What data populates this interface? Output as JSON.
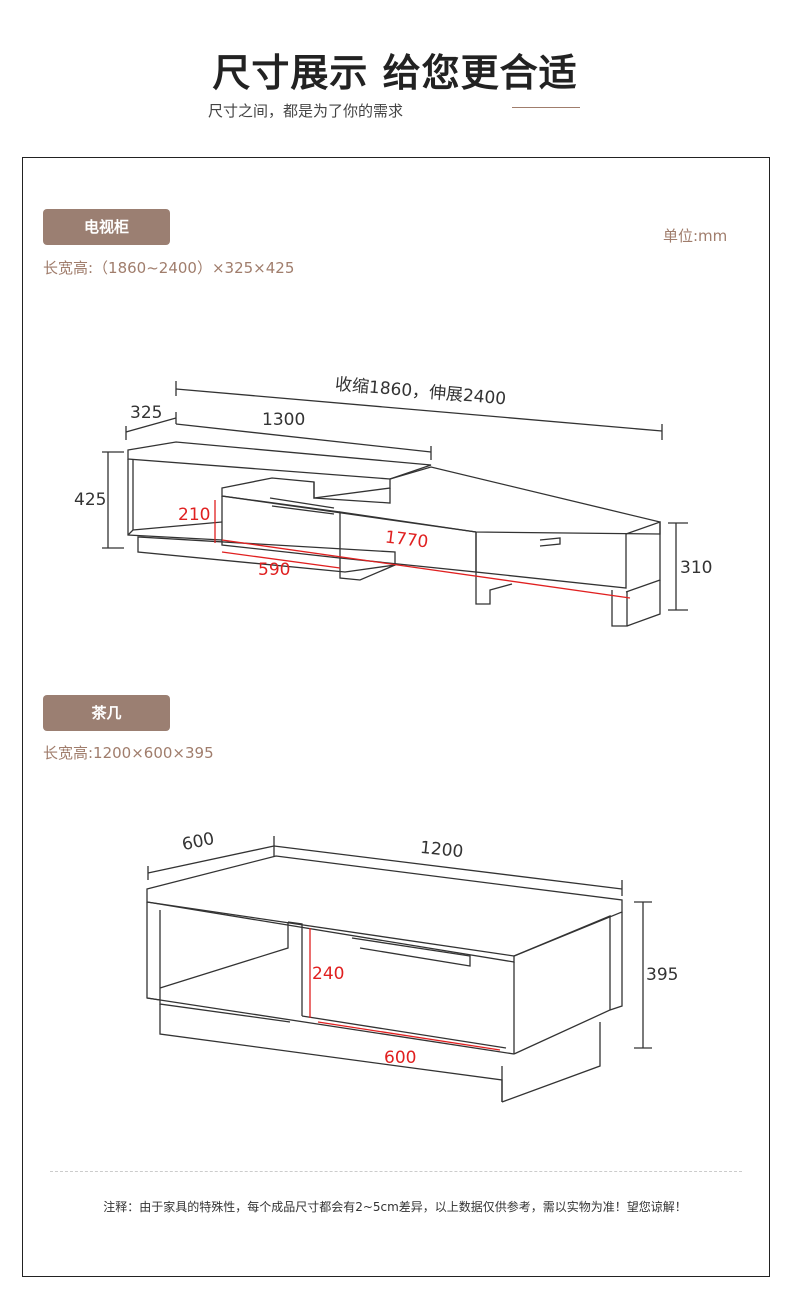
{
  "header": {
    "title": "尺寸展示 给您更合适",
    "subtitle": "尺寸之间，都是为了你的需求"
  },
  "tv_cabinet": {
    "tag": "电视柜",
    "spec": "长宽高:（1860~2400）×325×425",
    "unit": "单位:mm",
    "dims": {
      "total": "收缩1860，伸展2400",
      "depth": "325",
      "top_len": "1300",
      "height": "425",
      "drawer_h": "210",
      "inner_len": "1770",
      "drawer_w": "590",
      "right_h": "310"
    }
  },
  "coffee_table": {
    "tag": "茶几",
    "spec": "长宽高:1200×600×395",
    "dims": {
      "depth": "600",
      "length": "1200",
      "height": "395",
      "drawer_h": "240",
      "drawer_w": "600"
    }
  },
  "footer": {
    "note": "注释：由于家具的特殊性，每个成品尺寸都会有2~5cm差异，以上数据仅供参考，需以实物为准！望您谅解！"
  },
  "colors": {
    "accent": "#9b7f72",
    "dimension_red": "#e02020",
    "line": "#333333"
  }
}
